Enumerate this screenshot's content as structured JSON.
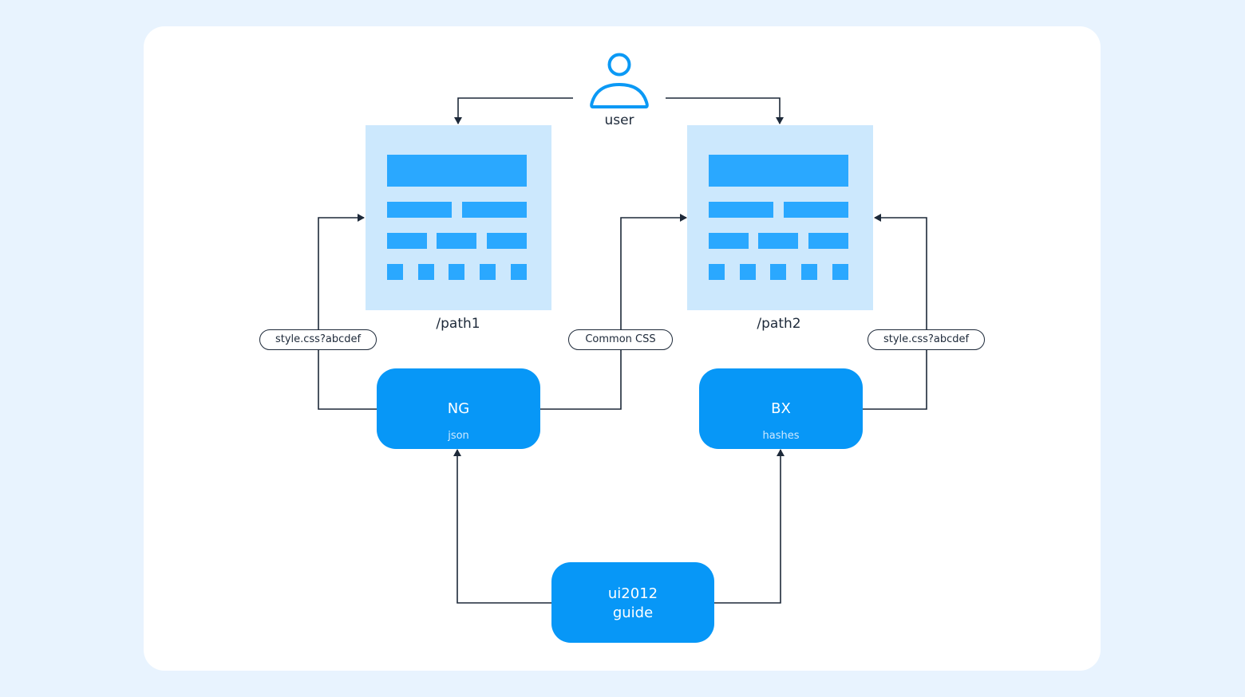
{
  "diagram": {
    "user": {
      "label": "user",
      "icon": "user-icon"
    },
    "pages": [
      {
        "id": "path1",
        "label": "/path1"
      },
      {
        "id": "path2",
        "label": "/path2"
      }
    ],
    "edge_labels": {
      "left": "style.css?abcdef",
      "middle": "Common CSS",
      "right": "style.css?abcdef"
    },
    "nodes": {
      "ng": {
        "title": "NG",
        "subtitle": "json"
      },
      "bx": {
        "title": "BX",
        "subtitle": "hashes"
      },
      "guide": {
        "title_line1": "ui2012",
        "title_line2": "guide"
      }
    },
    "edges": [
      {
        "from": "user",
        "to": "path1"
      },
      {
        "from": "user",
        "to": "path2"
      },
      {
        "from": "ng",
        "to": "path1",
        "label": "style.css?abcdef"
      },
      {
        "from": "ng",
        "to": "path2",
        "label": "Common CSS"
      },
      {
        "from": "bx",
        "to": "path2",
        "label": "style.css?abcdef"
      },
      {
        "from": "guide",
        "to": "ng"
      },
      {
        "from": "guide",
        "to": "bx"
      }
    ],
    "colors": {
      "background": "#e8f3fe",
      "card": "#ffffff",
      "node": "#0797f7",
      "page": "#cce8fd",
      "page_block": "#2aa8ff",
      "line": "#1d2939",
      "user_icon": "#0b99f5"
    }
  }
}
